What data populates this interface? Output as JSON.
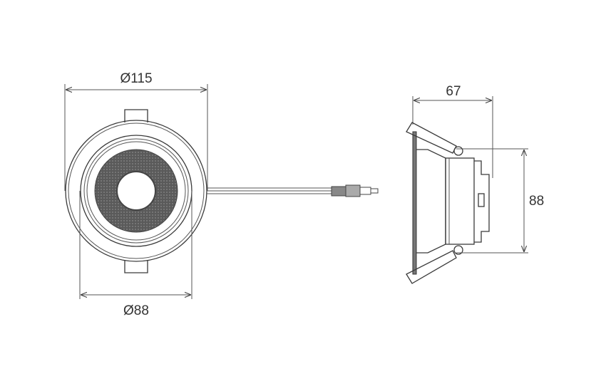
{
  "front_view": {
    "outer_diameter_label": "Ø115",
    "cutout_diameter_label": "Ø88"
  },
  "side_view": {
    "depth_label": "67",
    "height_label": "88"
  },
  "colors": {
    "line": "#3a3a3a",
    "lens": "#555555"
  }
}
